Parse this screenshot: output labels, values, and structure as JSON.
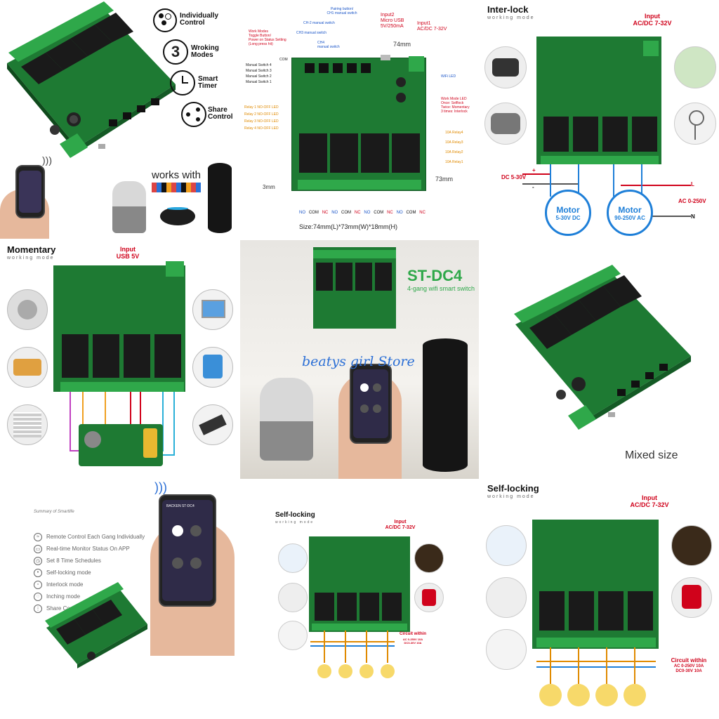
{
  "tile1": {
    "features": [
      {
        "icon": "dots-icon",
        "label": "Individually Control"
      },
      {
        "icon": "number-three-icon",
        "number": "3",
        "label": "Wroking Modes"
      },
      {
        "icon": "clock-icon",
        "label": "Smart Timer"
      },
      {
        "icon": "share-icon",
        "label": "Share Control"
      }
    ],
    "works_with": "works with"
  },
  "tile2": {
    "input2": "Input2\nMicro USB\n5V/250mA",
    "input1": "Input1\nAC/DC 7-32V",
    "dim_width": "74mm",
    "dim_height": "73mm",
    "dim_margin": "3mm",
    "pairing_button": "Pairing button/\nCH1 manual switch",
    "ch2_manual": "CH-2 manual switch",
    "ch3_manual": "CH3 manual switch",
    "ch4_manual": "CH4\nmanual switch",
    "work_modes": "Work Modes\nToggle Button/\nPower on Status Setting\n(Long press hit)",
    "com": "COM",
    "manual_switches": [
      "Manual Switch 4",
      "Manual Switch 3",
      "Manual Switch 2",
      "Manual Switch 1"
    ],
    "wifi_led": "WiFi LED",
    "work_mode_led": "Work Mode LED",
    "work_mode_led_detail": "Once: Selflock\nTwice: Momentary\n3 times: Interlock",
    "relay_leds": [
      "Relay 1 NO-OFF LED",
      "Relay 2 NO-OFF LED",
      "Relay 3 NO-OFF LED",
      "Relay 4 NO-OFF LED"
    ],
    "relays": [
      "10A Relay4",
      "10A Relay3",
      "10A Relay2",
      "10A Relay1"
    ],
    "terminals": [
      "NO",
      "COM",
      "NC",
      "NO",
      "COM",
      "NC",
      "NO",
      "COM",
      "NC",
      "NO",
      "COM",
      "NC"
    ],
    "size": "Size:74mm(L)*73mm(W)*18mm(H)"
  },
  "tile3": {
    "title": "Inter-lock",
    "subtitle": "working mode",
    "input": "Input\nAC/DC 7-32V",
    "dc_label": "DC 5-30V",
    "plus": "+",
    "minus": "-",
    "l": "L",
    "ac": "AC 0-250V",
    "n": "N",
    "motor1": {
      "title": "Motor",
      "spec": "5-30V DC"
    },
    "motor2": {
      "title": "Motor",
      "spec": "90-250V AC"
    }
  },
  "tile4": {
    "title": "Momentary",
    "subtitle": "working mode",
    "input": "Input\nUSB 5V"
  },
  "tile5": {
    "title": "ST-DC4",
    "subtitle": "4-gang wifi smart switch",
    "watermark": "beatys girl Store"
  },
  "tile6": {
    "caption": "Mixed size"
  },
  "tile7": {
    "header": "Summary of Smartlife",
    "features": [
      {
        "icon": "wifi-icon",
        "label": "Remote Control Each Gang Individually"
      },
      {
        "icon": "monitor-icon",
        "label": "Real-time Monitor Status On APP"
      },
      {
        "icon": "clock-icon",
        "label": "Set 8 Time Schedules"
      },
      {
        "icon": "lock-icon",
        "label": "Self-locking mode"
      },
      {
        "icon": "interlock-icon",
        "label": "Interlock mode"
      },
      {
        "icon": "inching-icon",
        "label": "Inching mode"
      },
      {
        "icon": "share-icon",
        "label": "Share Control"
      }
    ],
    "phone_title": "BACKEN ST-DC4"
  },
  "tile8": {
    "title": "Self-locking",
    "subtitle": "working mode",
    "input": "Input\nAC/DC 7-32V",
    "circuit": "Circuit within",
    "circuit_detail": "AC 0-250V 10A\nDC0-30V 10A"
  },
  "tile9": {
    "title": "Self-locking",
    "subtitle": "working mode",
    "input": "Input\nAC/DC 7-32V",
    "circuit": "Circuit within",
    "circuit_detail": "AC 0-250V 10A\nDC0-30V 10A"
  },
  "colors": {
    "pcb": "#1e7a33",
    "pcb_dark": "#145a25",
    "relay": "#1a1a1a",
    "terminal": "#2fa84a",
    "accent_red": "#d0021b",
    "accent_blue": "#1e7fd8"
  }
}
